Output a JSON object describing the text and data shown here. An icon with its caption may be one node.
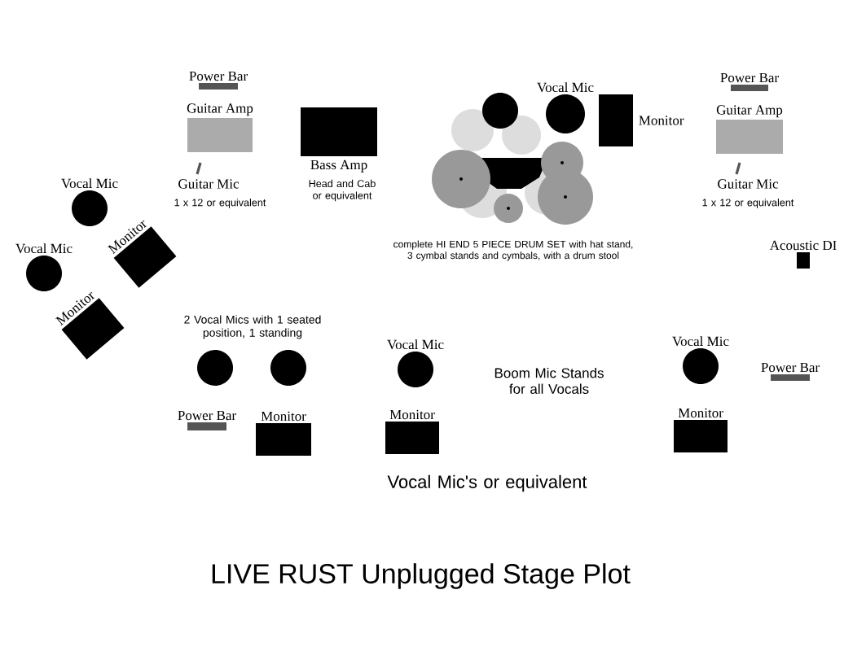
{
  "diagram": {
    "title": "LIVE RUST Unplugged Stage Plot",
    "nodes": [
      {
        "text": [
          "Power Bar"
        ]
      },
      {
        "text": [
          "Guitar Amp"
        ]
      },
      {
        "text": [
          "Guitar Mic"
        ],
        "beside": [
          "1 x 12 or equivalent"
        ]
      },
      {
        "text": [
          "Bass Amp"
        ],
        "beside": [
          "Head and Cab or equivalent"
        ]
      },
      {
        "text": [
          "Vocal Mic"
        ]
      },
      {
        "text": [
          "Monitor"
        ]
      },
      {
        "text": [
          "Power Bar"
        ]
      },
      {
        "text": [
          "Guitar Amp"
        ]
      },
      {
        "text": [
          "Guitar Mic"
        ],
        "beside": [
          "1 x 12 or equivalent"
        ]
      },
      {
        "text": [
          "Vocal Mic"
        ]
      },
      {
        "text": [
          "Monitor"
        ]
      },
      {
        "text": [
          "Vocal Mic"
        ]
      },
      {
        "text": [
          "Monitor"
        ]
      },
      {
        "text": [
          "Acoustic DI"
        ]
      },
      {
        "text": [],
        "shape": "circle"
      },
      {
        "text": [],
        "shape": "circle"
      },
      {
        "text": [
          "Vocal Mic"
        ]
      },
      {
        "text": [
          "Vocal Mic"
        ]
      },
      {
        "text": [
          "Power Bar"
        ]
      },
      {
        "text": [
          "Monitor"
        ]
      },
      {
        "text": [
          "Monitor"
        ]
      },
      {
        "text": [
          "Monitor"
        ]
      },
      {
        "text": [
          "Power Bar"
        ]
      }
    ],
    "labels": [
      "complete HI END 5 PIECE DRUM SET with hat stand, 3 cymbal stands and cymbals, with a drum stool",
      "2 Vocal Mics with 1 seated position, 1 standing",
      "Boom Mic Stands for all Vocals",
      "Vocal Mic's or equivalent"
    ]
  }
}
